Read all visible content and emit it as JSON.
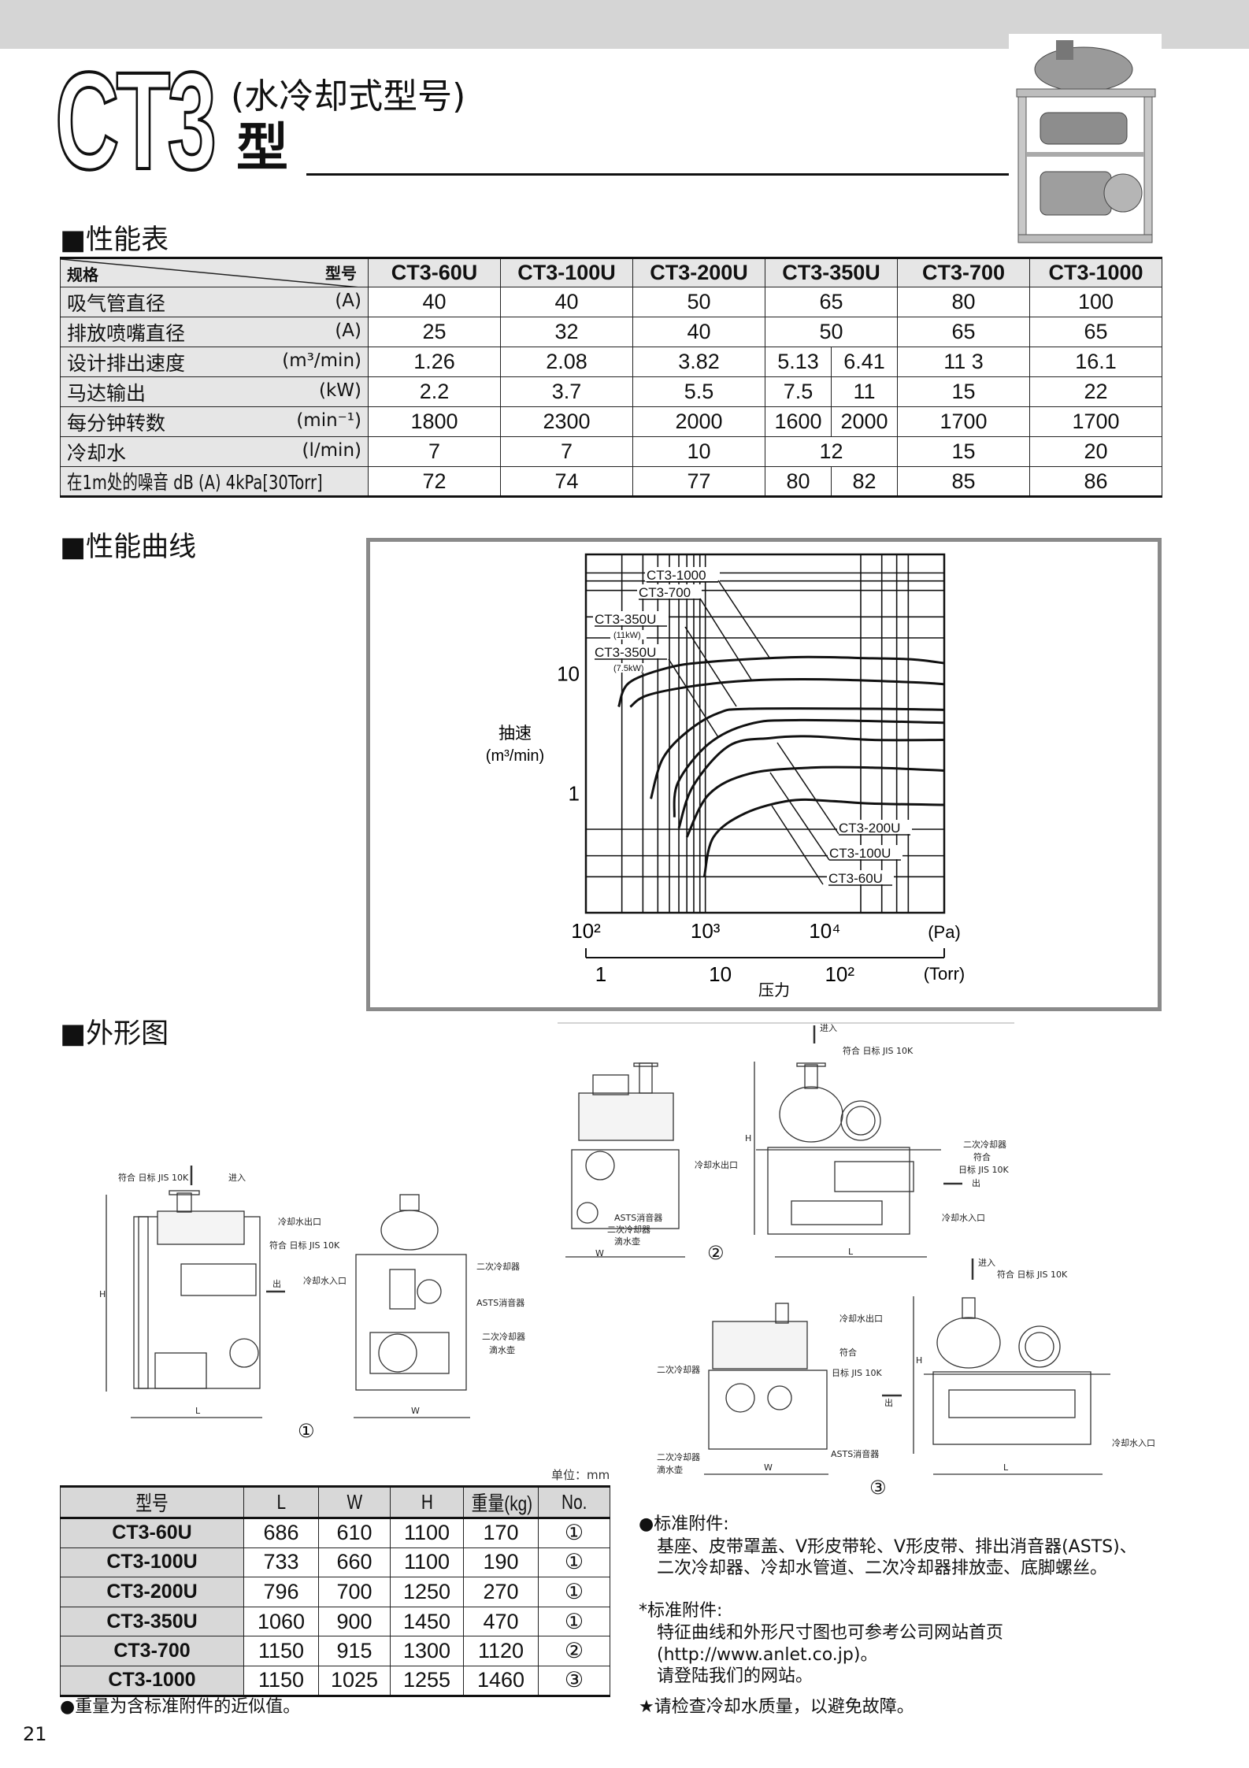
{
  "header": {
    "logo": "CT3",
    "subtitle": "(水冷却式型号)",
    "type_char": "型"
  },
  "performance_table": {
    "title": "■性能表",
    "corner_spec": "规格",
    "corner_model": "型号",
    "models": [
      "CT3-60U",
      "CT3-100U",
      "CT3-200U",
      "CT3-350U",
      "CT3-700",
      "CT3-1000"
    ],
    "rows": [
      {
        "label": "吸气管直径",
        "unit": "(A)",
        "values": [
          [
            "40"
          ],
          [
            "40"
          ],
          [
            "50"
          ],
          [
            "65"
          ],
          [
            "80"
          ],
          [
            "100"
          ]
        ]
      },
      {
        "label": "排放喷嘴直径",
        "unit": "(A)",
        "values": [
          [
            "25"
          ],
          [
            "32"
          ],
          [
            "40"
          ],
          [
            "50"
          ],
          [
            "65"
          ],
          [
            "65"
          ]
        ]
      },
      {
        "label": "设计排出速度",
        "unit": "(m³/min)",
        "values": [
          [
            "1.26"
          ],
          [
            "2.08"
          ],
          [
            "3.82"
          ],
          [
            "5.13",
            "6.41"
          ],
          [
            "11 3"
          ],
          [
            "16.1"
          ]
        ]
      },
      {
        "label": "马达输出",
        "unit": "(kW)",
        "values": [
          [
            "2.2"
          ],
          [
            "3.7"
          ],
          [
            "5.5"
          ],
          [
            "7.5",
            "11"
          ],
          [
            "15"
          ],
          [
            "22"
          ]
        ]
      },
      {
        "label": "每分钟转数",
        "unit": "(min⁻¹)",
        "values": [
          [
            "1800"
          ],
          [
            "2300"
          ],
          [
            "2000"
          ],
          [
            "1600",
            "2000"
          ],
          [
            "1700"
          ],
          [
            "1700"
          ]
        ]
      },
      {
        "label": "冷却水",
        "unit": "(l/min)",
        "values": [
          [
            "7"
          ],
          [
            "7"
          ],
          [
            "10"
          ],
          [
            "12"
          ],
          [
            "15"
          ],
          [
            "20"
          ]
        ]
      },
      {
        "label": "在1m处的噪音 dB (A) 4kPa[30Torr]",
        "unit": "",
        "values": [
          [
            "72"
          ],
          [
            "74"
          ],
          [
            "77"
          ],
          [
            "80",
            "82"
          ],
          [
            "85"
          ],
          [
            "86"
          ]
        ]
      }
    ]
  },
  "curves_section": {
    "title": "■性能曲线"
  },
  "chart_data": {
    "type": "line",
    "xscale": "log",
    "yscale": "log",
    "xlim_pa": [
      100,
      100000
    ],
    "ylim": [
      0.1,
      100
    ],
    "ylabel": "抽速",
    "ylabel_unit": "(m³/min)",
    "xlabel": "压力",
    "y_ticks": [
      {
        "value": 10,
        "label": "10"
      },
      {
        "value": 1,
        "label": "1"
      }
    ],
    "x_ticks_pa": [
      {
        "value": 100,
        "label": "10²"
      },
      {
        "value": 1000,
        "label": "10³"
      },
      {
        "value": 10000,
        "label": "10⁴"
      }
    ],
    "x_unit_pa": "(Pa)",
    "x_ticks_torr": [
      {
        "value": 1,
        "label": "1"
      },
      {
        "value": 10,
        "label": "10"
      },
      {
        "value": 100,
        "label": "10²"
      }
    ],
    "x_unit_torr": "(Torr)",
    "grid": true,
    "grid_x_pa": [
      200,
      300,
      400,
      500,
      600,
      700,
      800,
      900,
      1000,
      20000,
      30000,
      40000,
      50000
    ],
    "grid_y": [
      70,
      60,
      50,
      30,
      20,
      0.5,
      0.3,
      0.2
    ],
    "series": [
      {
        "name": "CT3-1000",
        "sub": "",
        "x": [
          188,
          229,
          480,
          1070,
          5700,
          25000,
          55000,
          100000
        ],
        "y": [
          5.3,
          8.4,
          11.2,
          12.6,
          13.8,
          13.5,
          13.2,
          12.3
        ]
      },
      {
        "name": "CT3-700",
        "sub": "",
        "x": [
          235,
          325,
          790,
          2340,
          9300,
          55000,
          100000
        ],
        "y": [
          5.3,
          6.6,
          7.9,
          8.8,
          9.0,
          8.5,
          8.2
        ]
      },
      {
        "name": "CT3-350U",
        "sub": "(11kW)",
        "x": [
          350,
          440,
          710,
          1290,
          2340,
          25000,
          100000
        ],
        "y": [
          0.9,
          1.95,
          3.3,
          4.7,
          5.1,
          5.1,
          5.0
        ]
      },
      {
        "name": "CT3-350U",
        "sub": "(7.5kW)",
        "x": [
          550,
          590,
          1070,
          2340,
          6300,
          100000
        ],
        "y": [
          0.63,
          1.23,
          2.6,
          3.8,
          4.1,
          3.9
        ]
      },
      {
        "name": "CT3-200U",
        "sub": "",
        "x": [
          600,
          790,
          1580,
          3500,
          7600,
          25000,
          100000
        ],
        "y": [
          0.51,
          1.15,
          2.5,
          2.9,
          3.0,
          2.8,
          2.8
        ]
      },
      {
        "name": "CT3-100U",
        "sub": "",
        "x": [
          700,
          1070,
          2340,
          7600,
          25000,
          100000
        ],
        "y": [
          0.43,
          0.98,
          1.46,
          1.64,
          1.64,
          1.55
        ]
      },
      {
        "name": "CT3-60U",
        "sub": "",
        "x": [
          980,
          1170,
          2150,
          5200,
          11500,
          25000,
          100000
        ],
        "y": [
          0.2,
          0.43,
          0.68,
          0.87,
          0.86,
          0.82,
          0.8
        ]
      }
    ]
  },
  "drawings": {
    "title": "■外形图",
    "d1": {
      "jis_top": "符合 日标 JIS 10K",
      "inlet": "进入",
      "water_out": "冷却水出口",
      "jis_out": "符合 日标 JIS 10K",
      "out": "出",
      "water_in": "冷却水入口",
      "cooler": "二次冷却器",
      "asts": "ASTS消音器",
      "cooler2": "二次冷却器",
      "drip": "滴水壶",
      "L": "L",
      "W": "W",
      "H": "H",
      "no": "①"
    },
    "d2": {
      "inlet": "进入",
      "jis_top": "符合 日标 JIS 10K",
      "water_out": "冷却水出口",
      "asts": "ASTS消音器",
      "cooler2": "二次冷却器",
      "drip": "滴水壶",
      "W": "W",
      "no": "②",
      "H": "H",
      "cooler": "二次冷却器",
      "fit": "符合",
      "jis": "日标 JIS 10K",
      "out": "出",
      "water_in": "冷却水入口",
      "L": "L"
    },
    "d3": {
      "inlet": "进入",
      "jis_top": "符合 日标 JIS 10K",
      "water_out": "冷却水出口",
      "cooler": "二次冷却器",
      "fit": "符合",
      "jis": "日标 JIS 10K",
      "out": "出",
      "asts": "ASTS消音器",
      "cooler2": "二次冷却器",
      "drip": "滴水壶",
      "W": "W",
      "L": "L",
      "H": "H",
      "no": "③",
      "water_in": "冷却水入口"
    }
  },
  "dim_table": {
    "unit_note": "单位：mm",
    "headers": [
      "型号",
      "L",
      "W",
      "H",
      "重量(kg)",
      "No."
    ],
    "rows": [
      [
        "CT3-60U",
        "686",
        "610",
        "1100",
        "170",
        "①"
      ],
      [
        "CT3-100U",
        "733",
        "660",
        "1100",
        "190",
        "①"
      ],
      [
        "CT3-200U",
        "796",
        "700",
        "1250",
        "270",
        "①"
      ],
      [
        "CT3-350U",
        "1060",
        "900",
        "1450",
        "470",
        "①"
      ],
      [
        "CT3-700",
        "1150",
        "915",
        "1300",
        "1120",
        "②"
      ],
      [
        "CT3-1000",
        "1150",
        "1025",
        "1255",
        "1460",
        "③"
      ]
    ],
    "weight_note": "●重量为含标准附件的近似值。"
  },
  "notes": {
    "std_title": "●标准附件:",
    "std_line1": "基座、皮带罩盖、V形皮带轮、V形皮带、排出消音器(ASTS)、",
    "std_line2": "二次冷却器、冷却水管道、二次冷却器排放壶、底脚螺丝。",
    "ref_title": "*标准附件:",
    "ref_line1": "特征曲线和外形尺寸图也可参考公司网站首页",
    "ref_line2": "(http://www.anlet.co.jp)。",
    "ref_line3": "请登陆我们的网站。",
    "warning": "★请检查冷却水质量，以避免故障。"
  },
  "page_number": "21"
}
